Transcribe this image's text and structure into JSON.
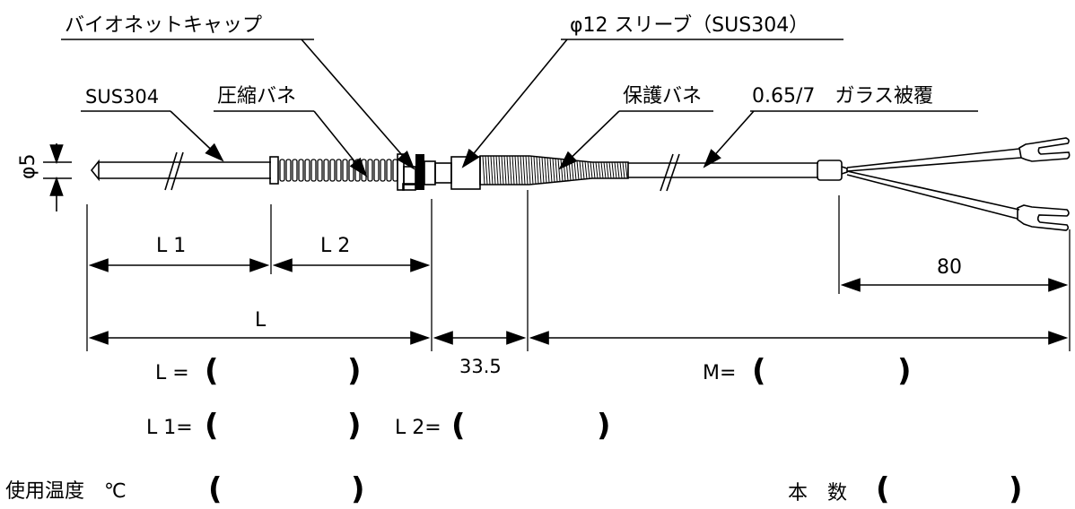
{
  "labels": {
    "bayonet_cap": "バイオネットキャップ",
    "sleeve": "φ12 スリーブ（SUS304）",
    "sus304": "SUS304",
    "compression_spring": "圧縮バネ",
    "protective_spring": "保護バネ",
    "glass_coating": "0.65/7　ガラス被覆",
    "diameter": "φ5"
  },
  "dimensions": {
    "l1": "L 1",
    "l2": "L 2",
    "l": "L",
    "sleeve_length": "33.5",
    "lead_end": "80"
  },
  "spec_fields": {
    "l_label": "L =",
    "l1_label": "L 1=",
    "l2_label": "L 2=",
    "m_label": "M=",
    "temperature_label": "使用温度　℃",
    "quantity_label": "本　数",
    "open_paren": "(",
    "close_paren": ")"
  },
  "colors": {
    "line": "#000000",
    "background": "#ffffff",
    "cap_black": "#000000"
  }
}
